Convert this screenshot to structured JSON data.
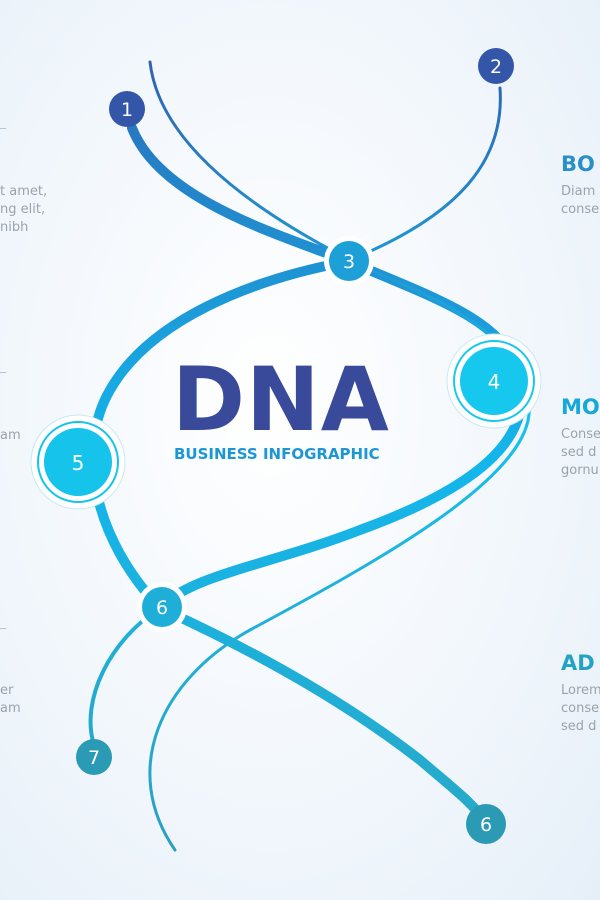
{
  "title": "DNA",
  "subtitle": "BUSINESS INFOGRAPHIC",
  "colors": {
    "title": "#3a4a9b",
    "subtitle": "#1c96d4",
    "strand_top": "#2b6db8",
    "strand_mid": "#13b6ec",
    "strand_bottom": "#2aa8c4",
    "node_dark": "#3055a6",
    "node_cyan": "#15c7ec",
    "node_teal": "#2a9ab5",
    "body_text": "#9aa3ad"
  },
  "nodes": [
    {
      "label": "1",
      "color": "#3356a8"
    },
    {
      "label": "2",
      "color": "#3356a8"
    },
    {
      "label": "3",
      "color": "#1d9fd8"
    },
    {
      "label": "4",
      "color": "#16c8ed"
    },
    {
      "label": "5",
      "color": "#16c3ea"
    },
    {
      "label": "6",
      "color": "#1eaed8"
    },
    {
      "label": "7",
      "color": "#2a9ab5"
    },
    {
      "label": "6",
      "color": "#2a9ab5"
    }
  ],
  "right_sections": [
    {
      "heading": "BO",
      "heading_color": "#2a8fc7",
      "lines": [
        "Diam",
        "conse"
      ]
    },
    {
      "heading": "MO",
      "heading_color": "#15a8d8",
      "lines": [
        "Conse",
        "sed d",
        "gornu"
      ]
    },
    {
      "heading": "AD",
      "heading_color": "#22a2c4",
      "lines": [
        "Lorem",
        "conse",
        "sed d"
      ]
    }
  ],
  "left_sections": [
    {
      "lines": [
        "t amet,",
        "ng elit,",
        "nibh"
      ]
    },
    {
      "lines": [
        "am"
      ]
    },
    {
      "lines": [
        "er",
        "am"
      ]
    }
  ]
}
